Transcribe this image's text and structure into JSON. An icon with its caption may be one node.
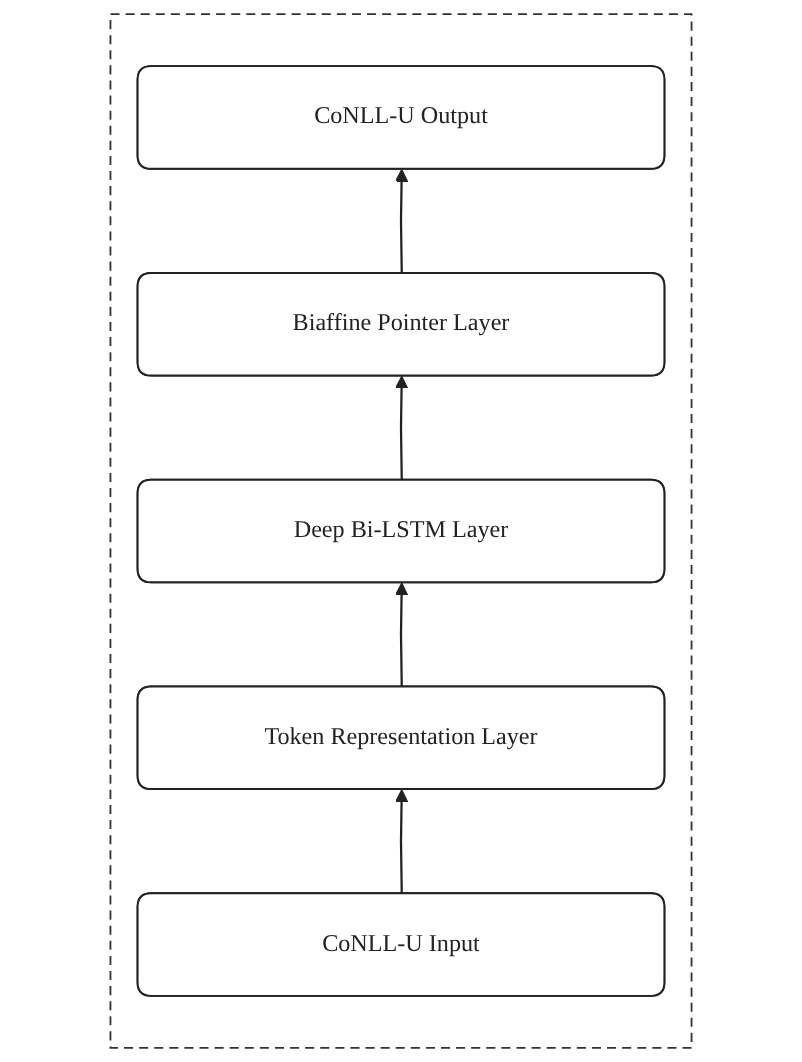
{
  "diagram": {
    "nodes": [
      {
        "text": [],
        "shape": "box"
      },
      {
        "text": [
          "CoNLL-U Output"
        ],
        "in": 0
      },
      {
        "text": [
          "Biaffine Pointer Layer"
        ],
        "in": 0
      },
      {
        "text": [
          "Deep Bi-LSTM Layer"
        ],
        "in": 0
      },
      {
        "text": [
          "Token Representation Layer"
        ],
        "in": 0
      },
      {
        "text": [
          "CoNLL-U Input"
        ],
        "in": 0
      }
    ],
    "edges": [
      {
        "from": 5,
        "to": 4,
        "arrow": "to"
      },
      {
        "from": 4,
        "to": 3,
        "arrow": "to"
      },
      {
        "from": 3,
        "to": 2,
        "arrow": "to"
      },
      {
        "from": 2,
        "to": 1,
        "arrow": "to"
      }
    ]
  }
}
